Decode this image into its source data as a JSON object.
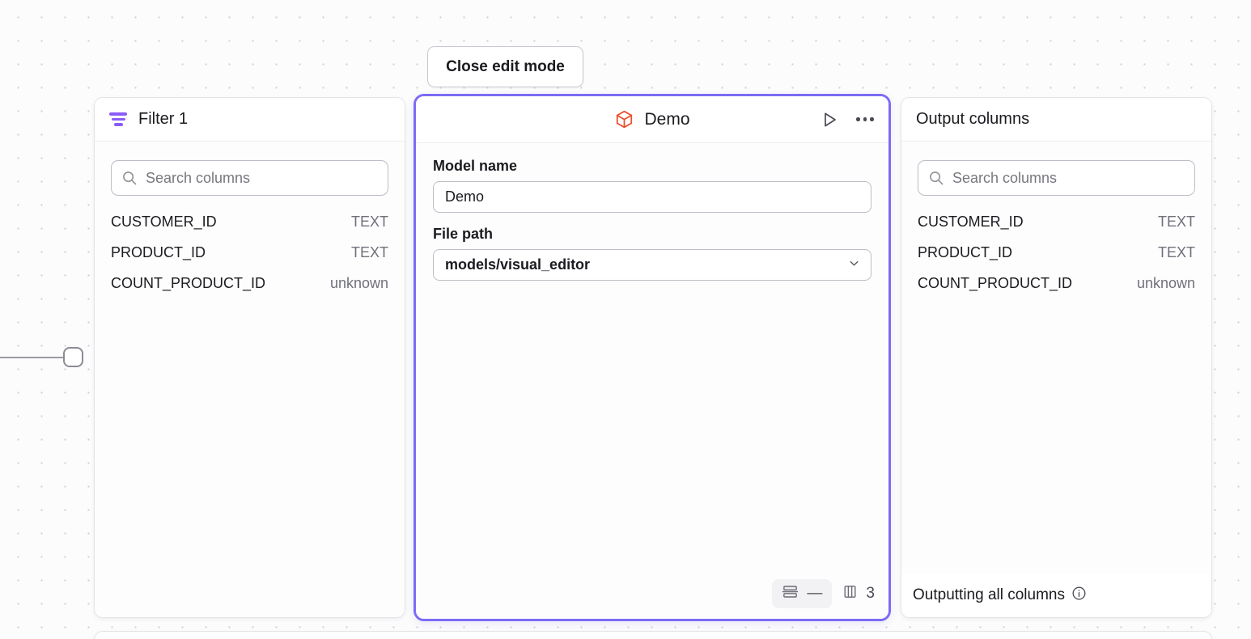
{
  "toolbar": {
    "close_edit_mode_label": "Close edit mode"
  },
  "filter_panel": {
    "title": "Filter 1",
    "icon": "filter-icon",
    "accent_color": "#8b5cf6",
    "search": {
      "placeholder": "Search columns",
      "value": "",
      "icon": "search-icon"
    },
    "columns": [
      {
        "name": "CUSTOMER_ID",
        "type": "TEXT"
      },
      {
        "name": "PRODUCT_ID",
        "type": "TEXT"
      },
      {
        "name": "COUNT_PRODUCT_ID",
        "type": "unknown"
      }
    ]
  },
  "demo_panel": {
    "title": "Demo",
    "icon": "cube-icon",
    "icon_color": "#e8502e",
    "selected_border_color": "#7c6bf5",
    "actions": {
      "run_icon": "play-icon",
      "more_icon": "ellipsis-icon"
    },
    "fields": {
      "model_name_label": "Model name",
      "model_name_value": "Demo",
      "file_path_label": "File path",
      "file_path_value": "models/visual_editor",
      "file_path_chevron": "chevron-down-icon"
    },
    "footer": {
      "rows_icon": "rows-icon",
      "rows_value": "—",
      "columns_icon": "columns-icon",
      "columns_value": "3"
    }
  },
  "output_panel": {
    "title": "Output columns",
    "search": {
      "placeholder": "Search columns",
      "value": "",
      "icon": "search-icon"
    },
    "columns": [
      {
        "name": "CUSTOMER_ID",
        "type": "TEXT"
      },
      {
        "name": "PRODUCT_ID",
        "type": "TEXT"
      },
      {
        "name": "COUNT_PRODUCT_ID",
        "type": "unknown"
      }
    ],
    "footer_text": "Outputting all columns",
    "footer_icon": "info-circle-icon"
  }
}
